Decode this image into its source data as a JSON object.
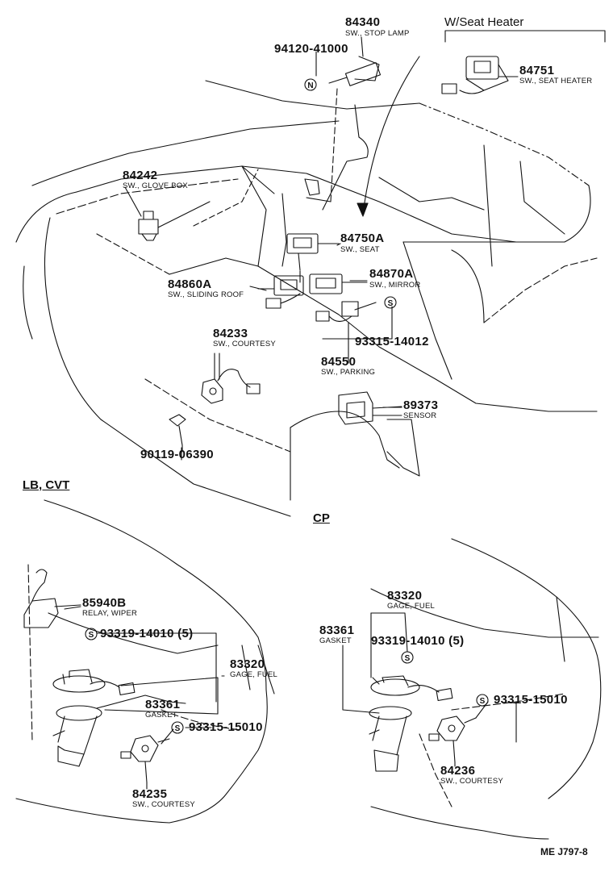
{
  "sections": {
    "seat_heater": "W/Seat Heater",
    "lb_cvt": "LB, CVT",
    "cp": "CP"
  },
  "parts": {
    "stop_lamp": {
      "number": "84340",
      "desc": "SW., STOP LAMP"
    },
    "stop_lamp_bolt": {
      "number": "94120-41000"
    },
    "seat_heater_sw": {
      "number": "84751",
      "desc": "SW., SEAT HEATER"
    },
    "glove_box": {
      "number": "84242",
      "desc": "SW., GLOVE BOX"
    },
    "seat_sw": {
      "number": "84750A",
      "desc": "SW., SEAT"
    },
    "mirror_sw": {
      "number": "84870A",
      "desc": "SW., MIRROR"
    },
    "sliding_roof": {
      "number": "84860A",
      "desc": "SW., SLIDING ROOF"
    },
    "courtesy_front": {
      "number": "84233",
      "desc": "SW., COURTESY"
    },
    "screw_front": {
      "number": "93315-14012"
    },
    "parking_sw": {
      "number": "84550",
      "desc": "SW., PARKING"
    },
    "sensor": {
      "number": "89373",
      "desc": "SENSOR"
    },
    "screw_courtesy": {
      "number": "90119-06390"
    },
    "wiper_relay": {
      "number": "85940B",
      "desc": "RELAY, WIPER"
    },
    "lb_screw_gage": {
      "number": "93319-14010 (5)"
    },
    "lb_gage_fuel": {
      "number": "83320",
      "desc": "GAGE, FUEL"
    },
    "lb_gasket": {
      "number": "83361",
      "desc": "GASKET"
    },
    "lb_screw_courtesy": {
      "number": "93315-15010"
    },
    "lb_courtesy": {
      "number": "84235",
      "desc": "SW., COURTESY"
    },
    "cp_gage_fuel": {
      "number": "83320",
      "desc": "GAGE, FUEL"
    },
    "cp_gasket": {
      "number": "83361",
      "desc": "GASKET"
    },
    "cp_screw_gage": {
      "number": "93319-14010 (5)"
    },
    "cp_screw_courtesy": {
      "number": "93315-15010"
    },
    "cp_courtesy": {
      "number": "84236",
      "desc": "SW., COURTESY"
    }
  },
  "symbols": {
    "n_mark": "N",
    "s_mark": "S"
  },
  "footer": {
    "code": "ME J797-8"
  }
}
